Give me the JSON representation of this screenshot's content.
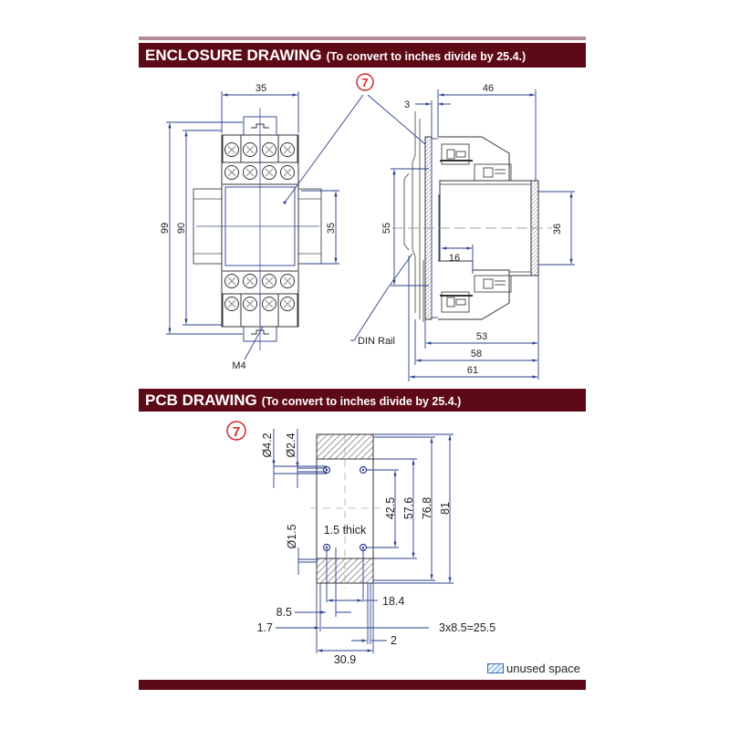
{
  "sections": {
    "enclosure": {
      "title": "ENCLOSURE DRAWING",
      "subtitle": "(To convert to inches divide by 25.4.)"
    },
    "pcb": {
      "title": "PCB DRAWING",
      "subtitle": "(To convert to inches divide by 25.4.)"
    }
  },
  "callout": {
    "label": "7",
    "color": "#d42a2a"
  },
  "front_view": {
    "dims": {
      "width_top": "35",
      "height_overall": "99",
      "height_body": "90",
      "rail_width": "35"
    },
    "labels": {
      "screw": "M4"
    },
    "terminal_columns": 4,
    "terminal_rows": 4
  },
  "side_view": {
    "dims": {
      "depth_top": "46",
      "flange": "3",
      "rail_height": "55",
      "connector": "36",
      "inner": "16",
      "depth_53": "53",
      "depth_58": "58",
      "depth_61": "61"
    },
    "labels": {
      "din_rail": "DIN Rail"
    }
  },
  "pcb_view": {
    "dims": {
      "hole_dia_outer": "Ø4.2",
      "hole_dia_inner": "Ø2.4",
      "hole_small": "Ø1.5",
      "thickness": "1.5 thick",
      "v_42_5": "42.5",
      "v_57_6": "57.6",
      "v_76_8": "76.8",
      "v_81": "81",
      "h_18_4": "18.4",
      "h_8_5": "8.5",
      "h_1_7": "1.7",
      "h_pitch": "3x8.5=25.5",
      "h_2": "2",
      "width": "30.9"
    }
  },
  "legend": {
    "unused_space": "unused space"
  },
  "colors": {
    "banner": "#5e0a16",
    "dimension_line": "#2b3f8c",
    "drawing_line": "#333333",
    "hatch": "#9cc3e8"
  }
}
